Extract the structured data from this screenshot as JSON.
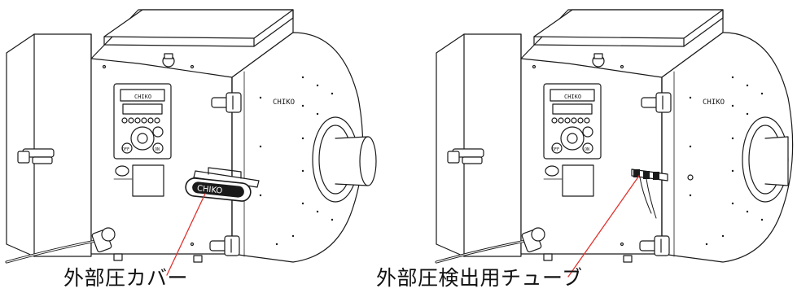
{
  "figures": [
    {
      "caption": "外部圧カバー",
      "cover_logo": "CHIKO"
    },
    {
      "caption": "外部圧検出用チューブ"
    }
  ],
  "brand_mark": "CHIKO",
  "panel_buttons": {
    "off": "OFF",
    "on": "ON"
  },
  "colors": {
    "leader_line": "#e0322d",
    "outline": "#1a1a1a",
    "background": "#ffffff"
  }
}
